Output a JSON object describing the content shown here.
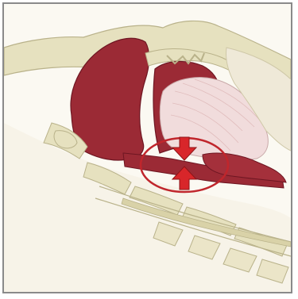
{
  "illustration": {
    "subject": "sagittal-section-upper-airway",
    "highlight": {
      "shape": "ellipse",
      "color": "#c0262c"
    },
    "arrows": {
      "color": "#d8262a",
      "count": 2,
      "directions": [
        "down",
        "up"
      ]
    }
  },
  "colors": {
    "background": "#fbf9f2",
    "tissue": "#9b2a35",
    "tissue_dark": "#6e1622",
    "bone": "#e6e1bf",
    "bone_outline": "#b9b28a",
    "soft_tissue": "#f1ece0",
    "tongue": "#f1dcdc",
    "border": "#8a8a8a"
  }
}
